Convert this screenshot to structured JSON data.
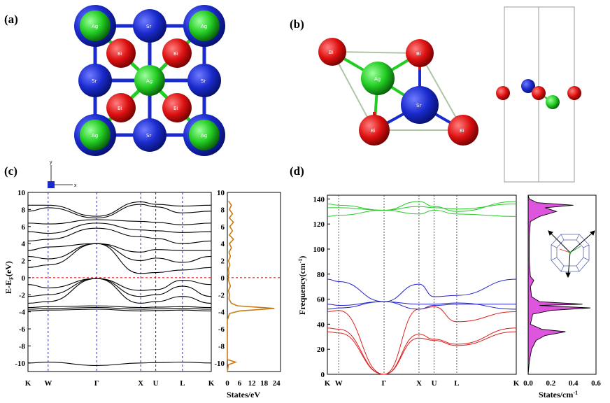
{
  "panels": {
    "a": {
      "label": "(a)",
      "atoms": [
        {
          "el": "Ag",
          "color": "#22cc22",
          "ring": "#1a33cc"
        },
        {
          "el": "Sr",
          "color": "#1a2acc"
        },
        {
          "el": "Bi",
          "color": "#dd1111"
        }
      ]
    },
    "b": {
      "label": "(b)"
    },
    "c": {
      "label": "(c)",
      "ylabel": "E-E",
      "ylabel_sub": "F",
      "ylabel_unit": "(eV)",
      "yticks": [
        "10",
        "8",
        "6",
        "4",
        "2",
        "0",
        "-2",
        "-4",
        "-6",
        "-8",
        "-10"
      ],
      "kpoints": [
        "K",
        "W",
        "Γ",
        "X",
        "U",
        "L",
        "K"
      ],
      "dos_ticks": [
        "0",
        "6",
        "12",
        "18",
        "24"
      ],
      "dos_xlabel": "States/eV",
      "dos_yticks": [
        "10",
        "8",
        "6",
        "4",
        "2",
        "0",
        "-2",
        "-4",
        "-6",
        "-8",
        "-10"
      ],
      "axis_x": "x",
      "axis_y": "y"
    },
    "d": {
      "label": "(d)",
      "ylabel": "Frequency(cm",
      "ylabel_sup": "-1",
      "ylabel_close": ")",
      "yticks": [
        "140",
        "120",
        "100",
        "80",
        "60",
        "40",
        "20",
        "0"
      ],
      "kpoints": [
        "K",
        "W",
        "Γ",
        "X",
        "U",
        "L",
        "K"
      ],
      "dos_ticks": [
        "0.0",
        "0.2",
        "0.4",
        "0.6"
      ],
      "dos_xlabel": "States/cm",
      "dos_xlabel_sup": "-1"
    }
  },
  "colors": {
    "sr": "#1a2acc",
    "bi": "#dd1111",
    "ag": "#22cc22",
    "band": "#000000",
    "dos_c": "#cc7a11",
    "fermi": "#cc0000",
    "hs_line": "#2233cc",
    "ph_acoustic": "#dd2222",
    "ph_mid": "#2222cc",
    "ph_high": "#22cc22",
    "ph_dos_fill": "#dd55dd"
  }
}
